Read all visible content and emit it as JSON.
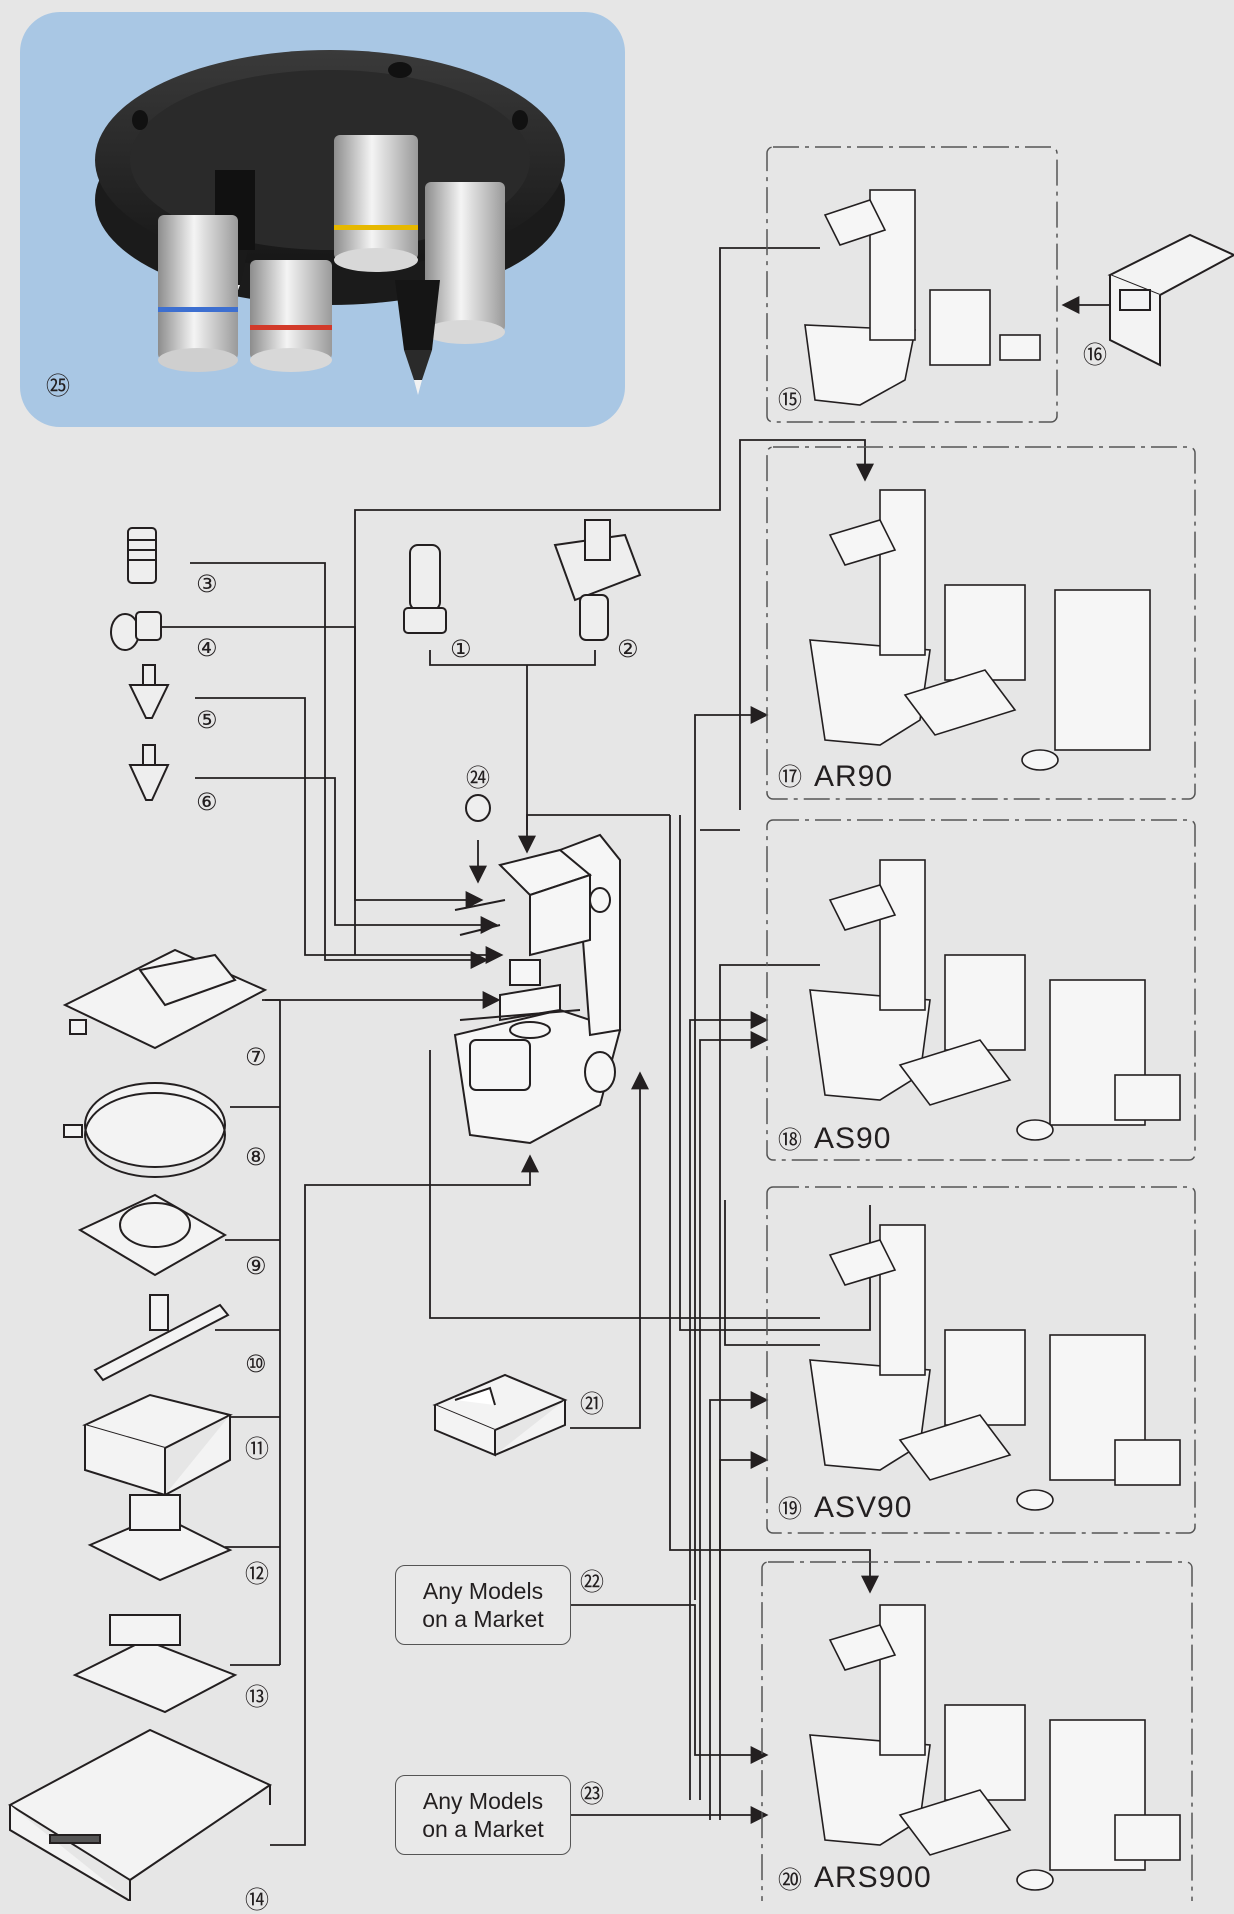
{
  "inset": {
    "number": "㉕",
    "parts": [
      "Revolver turret",
      "Objective lens (blue ring)",
      "Objective lens (red ring)",
      "Objective lens (yellow ring)",
      "Objective lens",
      "Indenter",
      "Indenter"
    ]
  },
  "labels": {
    "n1": "①",
    "n2": "②",
    "n3": "③",
    "n4": "④",
    "n5": "⑤",
    "n6": "⑥",
    "n7": "⑦",
    "n8": "⑧",
    "n9": "⑨",
    "n10": "⑩",
    "n11": "⑪",
    "n12": "⑫",
    "n13": "⑬",
    "n14": "⑭",
    "n15": "⑮",
    "n16": "⑯",
    "n17": "⑰",
    "n18": "⑱",
    "n19": "⑲",
    "n20": "⑳",
    "n21": "㉑",
    "n22": "㉒",
    "n23": "㉓",
    "n24": "㉔"
  },
  "models": {
    "ar90": "AR90",
    "as90": "AS90",
    "asv90": "ASV90",
    "ars900": "ARS900"
  },
  "market_22": {
    "line1": "Any Models",
    "line2": "on a Market"
  },
  "market_23": {
    "line1": "Any Models",
    "line2": "on a Market"
  },
  "colors": {
    "background": "#e6e6e6",
    "inset": "#a9c7e4",
    "line": "#231f20",
    "blue_ring": "#3d6fd0",
    "red_ring": "#d23a2a",
    "yellow_ring": "#e6b800"
  }
}
